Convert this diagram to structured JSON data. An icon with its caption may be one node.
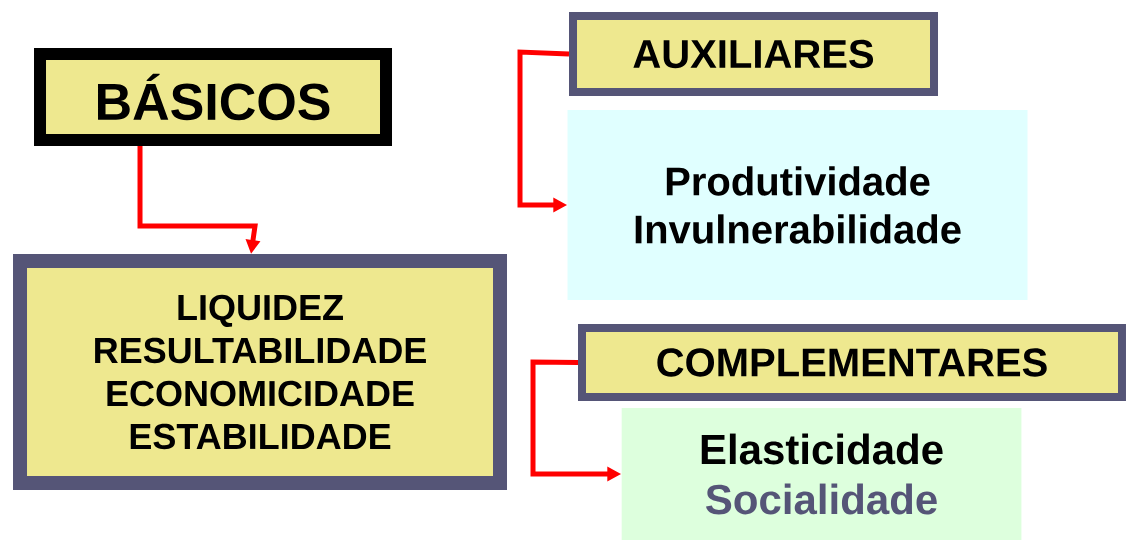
{
  "diagram": {
    "nodes": [
      {
        "text": [
          "BÁSICOS"
        ]
      },
      {
        "text": [
          "LIQUIDEZ",
          "RESULTABILIDADE",
          "ECONOMICIDADE",
          "ESTABILIDADE"
        ]
      },
      {
        "text": [
          "AUXILIARES"
        ]
      },
      {
        "text": [
          "Produtividade",
          "Invulnerabilidade"
        ]
      },
      {
        "text": [
          "COMPLEMENTARES"
        ]
      },
      {
        "text": [
          "Elasticidade",
          "Socialidade"
        ]
      }
    ],
    "edges": [
      {
        "from": 0,
        "to": 1,
        "arrow": "to"
      },
      {
        "from": 2,
        "to": 3,
        "arrow": "to"
      },
      {
        "from": 4,
        "to": 5,
        "arrow": "to"
      }
    ]
  }
}
